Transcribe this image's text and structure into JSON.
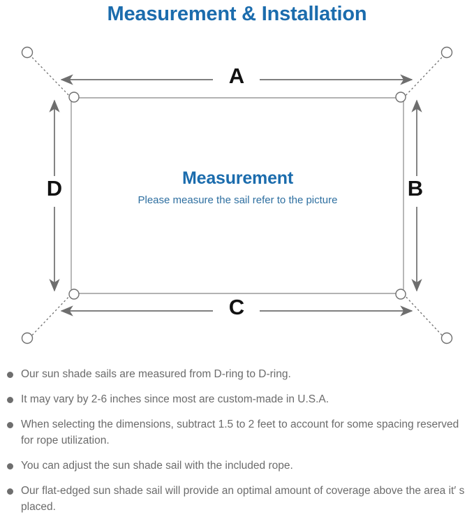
{
  "title": "Measurement & Installation",
  "diagram": {
    "center_title": "Measurement",
    "center_subtitle": "Please measure the sail refer to the picture",
    "labels": {
      "top": "A",
      "right": "B",
      "bottom": "C",
      "left": "D"
    },
    "colors": {
      "title_blue": "#1B6CAD",
      "subtitle_blue": "#2E6FA0",
      "line_gray": "#6E6E6E",
      "sail_border": "#9A9A9A",
      "label_black": "#111111",
      "note_gray": "#6B6B6B"
    }
  },
  "notes": [
    "Our sun shade sails are measured from D-ring to D-ring.",
    "It may vary by 2-6 inches since most are custom-made in U.S.A.",
    "When selecting the dimensions, subtract 1.5 to 2 feet to account for some spacing reserved for rope utilization.",
    "You can adjust the sun shade sail with the included rope.",
    "Our flat-edged sun shade sail will provide an optimal amount of coverage above the area it′ s placed."
  ]
}
